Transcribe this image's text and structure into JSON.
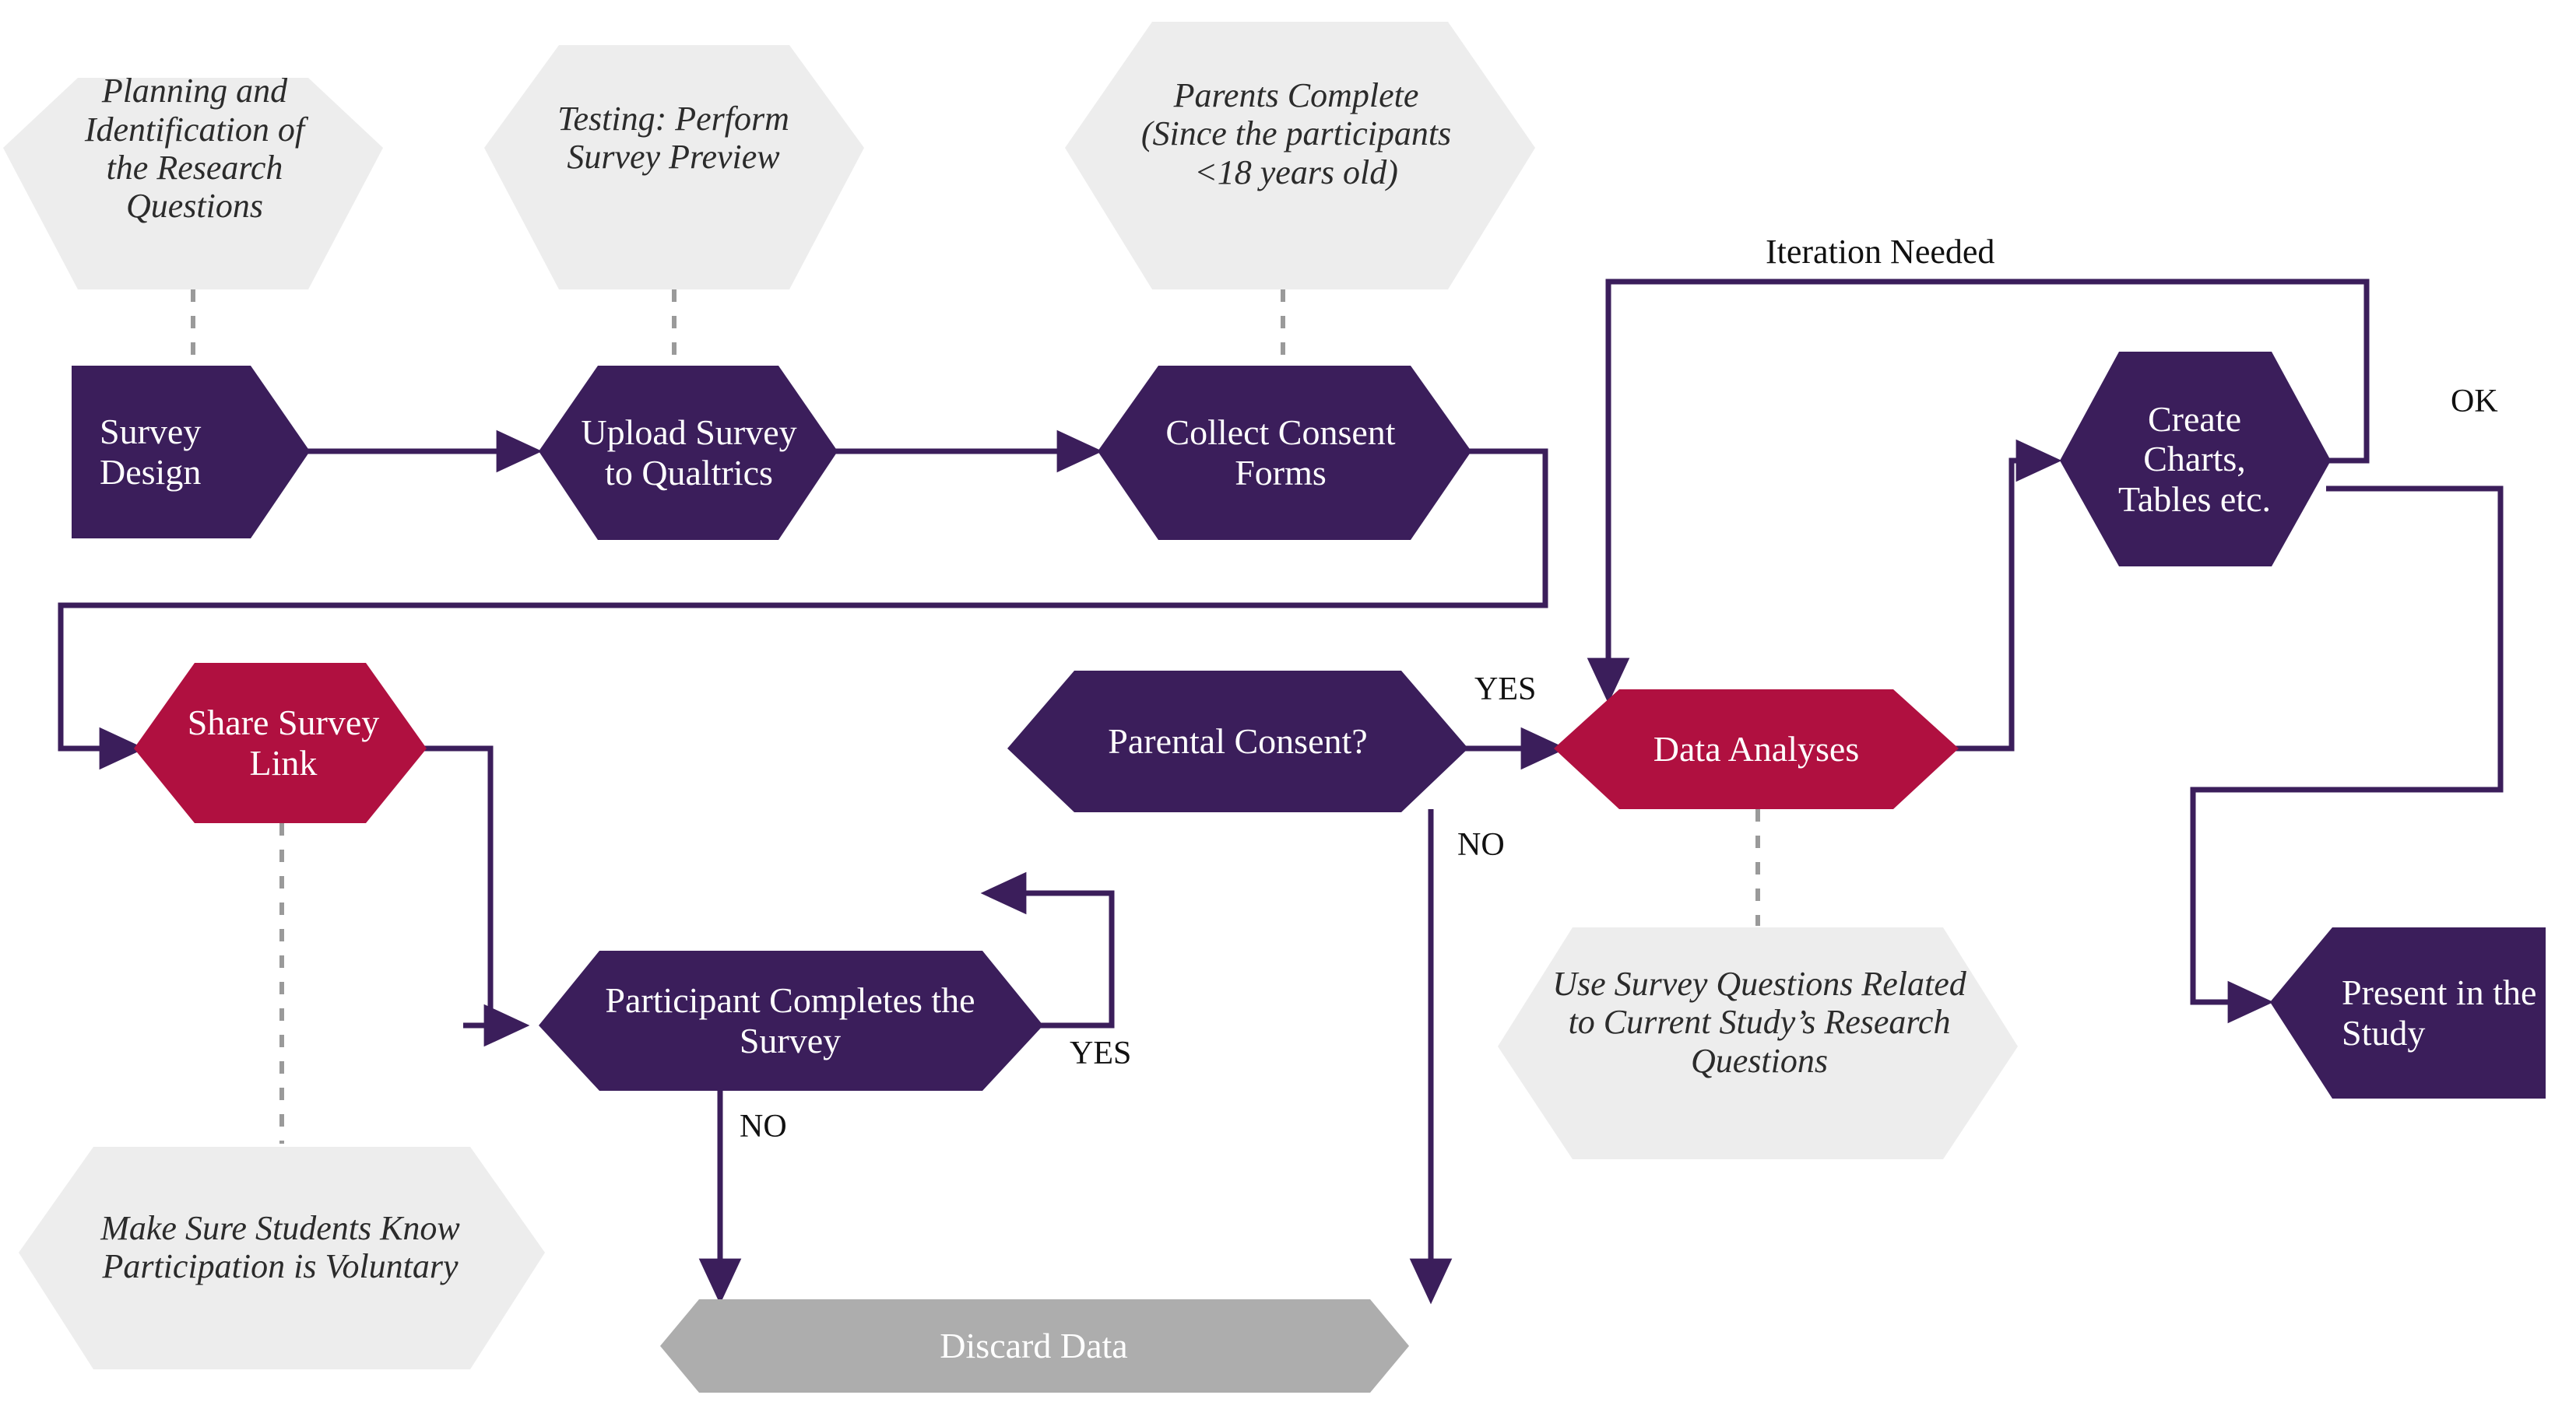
{
  "diagram": {
    "title": "Survey Research Workflow Flowchart",
    "colors": {
      "process_purple": "#3B1E5B",
      "process_crimson": "#B01040",
      "note_gray": "#EDEDED",
      "discard_gray": "#ADADAD",
      "connector": "#3B1E5B",
      "note_connector": "#9A9A9A",
      "label_text": "#111111",
      "process_text": "#FFFFFF",
      "note_text": "#2B2B2B"
    },
    "notes": [
      {
        "id": "note-planning",
        "text": "Planning and Identification of the Research Questions"
      },
      {
        "id": "note-testing",
        "text": "Testing: Perform Survey Preview"
      },
      {
        "id": "note-parents",
        "text": "Parents Complete (Since the participants <18 years old)"
      },
      {
        "id": "note-voluntary",
        "text": "Make Sure Students Know Participation is Voluntary"
      },
      {
        "id": "note-questions",
        "text": "Use Survey Questions Related to Current Study’s Research Questions"
      }
    ],
    "nodes": [
      {
        "id": "survey-design",
        "text": "Survey Design",
        "kind": "process",
        "fill": "purple"
      },
      {
        "id": "upload-qualtrics",
        "text": "Upload Survey to Qualtrics",
        "kind": "process",
        "fill": "purple"
      },
      {
        "id": "collect-consent",
        "text": "Collect Consent Forms",
        "kind": "process",
        "fill": "purple"
      },
      {
        "id": "share-survey-link",
        "text": "Share Survey Link",
        "kind": "process",
        "fill": "crimson"
      },
      {
        "id": "participant-completes",
        "text": "Participant Completes the Survey",
        "kind": "decision",
        "fill": "purple"
      },
      {
        "id": "parental-consent",
        "text": "Parental Consent?",
        "kind": "decision",
        "fill": "purple"
      },
      {
        "id": "data-analyses",
        "text": "Data Analyses",
        "kind": "process",
        "fill": "crimson"
      },
      {
        "id": "create-charts",
        "text": "Create Charts, Tables etc.",
        "kind": "process",
        "fill": "purple"
      },
      {
        "id": "present-study",
        "text": "Present in the Study",
        "kind": "terminator",
        "fill": "purple"
      },
      {
        "id": "discard-data",
        "text": "Discard Data",
        "kind": "process",
        "fill": "gray"
      }
    ],
    "edge_labels": [
      {
        "id": "label-iteration-needed",
        "text": "Iteration Needed"
      },
      {
        "id": "label-ok",
        "text": "OK"
      },
      {
        "id": "label-consent-yes",
        "text": "YES"
      },
      {
        "id": "label-consent-no",
        "text": "NO"
      },
      {
        "id": "label-completes-yes",
        "text": "YES"
      },
      {
        "id": "label-completes-no",
        "text": "NO"
      }
    ],
    "flow": [
      {
        "from": "survey-design",
        "to": "upload-qualtrics",
        "label": ""
      },
      {
        "from": "upload-qualtrics",
        "to": "collect-consent",
        "label": ""
      },
      {
        "from": "collect-consent",
        "to": "share-survey-link",
        "label": ""
      },
      {
        "from": "share-survey-link",
        "to": "participant-completes",
        "label": ""
      },
      {
        "from": "participant-completes",
        "to": "parental-consent",
        "label": "YES"
      },
      {
        "from": "participant-completes",
        "to": "discard-data",
        "label": "NO"
      },
      {
        "from": "parental-consent",
        "to": "data-analyses",
        "label": "YES"
      },
      {
        "from": "parental-consent",
        "to": "discard-data",
        "label": "NO"
      },
      {
        "from": "data-analyses",
        "to": "create-charts",
        "label": ""
      },
      {
        "from": "create-charts",
        "to": "present-study",
        "label": "OK"
      },
      {
        "from": "create-charts",
        "to": "data-analyses",
        "label": "Iteration Needed"
      }
    ]
  }
}
